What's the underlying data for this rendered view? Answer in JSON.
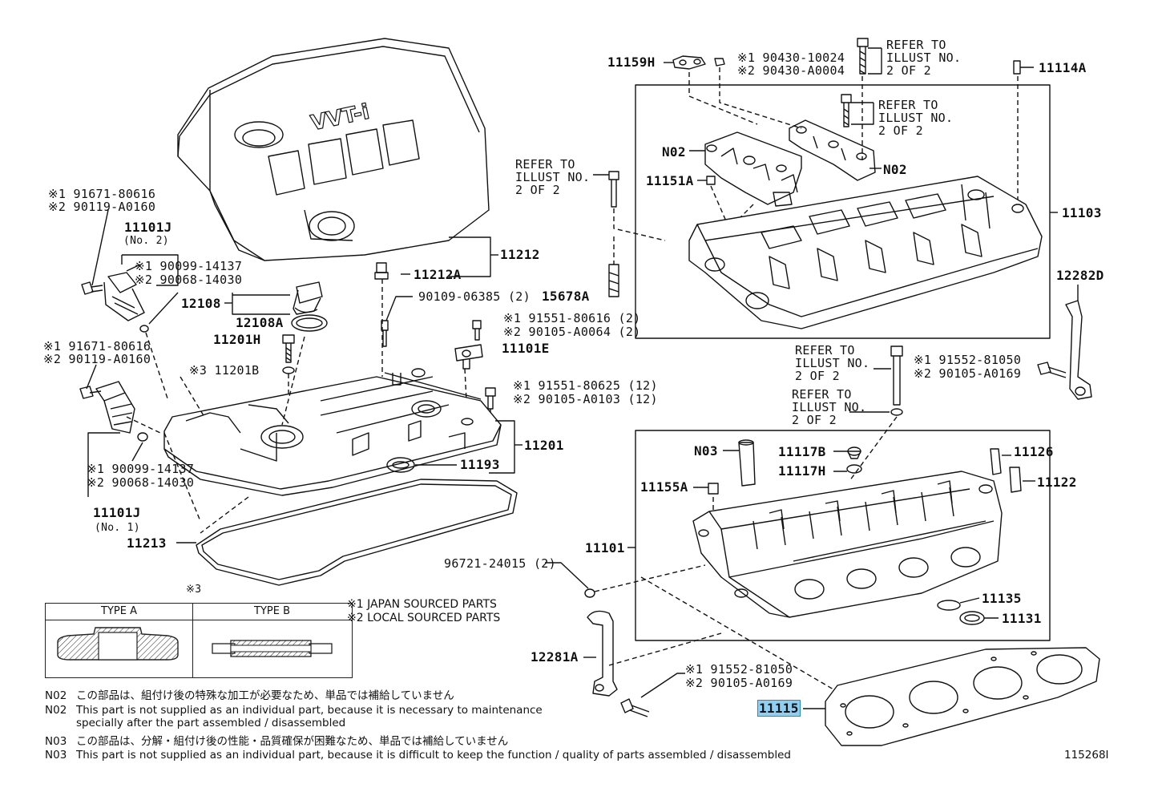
{
  "diagram": {
    "figure_no": "115268I",
    "callouts": {
      "c11159H": "11159H",
      "c11114A": "11114A",
      "c90430_1": "※1 90430-10024",
      "c90430_2": "※2 90430-A0004",
      "c11151A": "11151A",
      "cN02a": "N02",
      "cN02b": "N02",
      "c11103": "11103",
      "c15678A": "15678A",
      "c12282D": "12282D",
      "c91552top_1": "※1 91552-81050",
      "c91552top_2": "※2 90105-A0169",
      "cN03": "N03",
      "c11117B": "11117B",
      "c11117H": "11117H",
      "c11126": "11126",
      "c11122": "11122",
      "c11155A": "11155A",
      "c11101": "11101",
      "c11135": "11135",
      "c11131": "11131",
      "c12281A": "12281A",
      "c91552bot_1": "※1 91552-81050",
      "c91552bot_2": "※2 90105-A0169",
      "c11115": "11115",
      "c11212": "11212",
      "c11212A": "11212A",
      "c12108": "12108",
      "c12108A": "12108A",
      "c90109": "90109-06385 (2)",
      "c11201H": "11201H",
      "c11201B": "※3 11201B",
      "c91551a_1": "※1 91551-80616 (2)",
      "c91551a_2": "※2 90105-A0064 (2)",
      "c11101E": "11101E",
      "c91551b_1": "※1 91551-80625 (12)",
      "c91551b_2": "※2 90105-A0103 (12)",
      "c11201": "11201",
      "c11193": "11193",
      "c11213": "11213",
      "c96721": "96721-24015 (2)",
      "c11101J2": "11101J",
      "c11101J2sub": "(No. 2)",
      "c91671a_1": "※1 91671-80616",
      "c91671a_2": "※2 90119-A0160",
      "c90099a_1": "※1 90099-14137",
      "c90099a_2": "※2 90068-14030",
      "c91671b_1": "※1 91671-80616",
      "c91671b_2": "※2 90119-A0160",
      "c90099b_1": "※1 90099-14137",
      "c90099b_2": "※2 90068-14030",
      "c11101J1": "11101J",
      "c11101J1sub": "(No. 1)",
      "c_mark3": "※3"
    },
    "refer": {
      "r1": [
        "REFER TO",
        "ILLUST NO.",
        "2 OF 2"
      ],
      "r2": [
        "REFER TO",
        "ILLUST NO.",
        "2 OF 2"
      ],
      "r3": [
        "REFER TO",
        "ILLUST NO.",
        "2 OF 2"
      ],
      "r4": [
        "REFER TO",
        "ILLUST NO.",
        "2 OF 2"
      ],
      "r5": [
        "REFER TO",
        "ILLUST NO.",
        "2 OF 2"
      ]
    },
    "cover_text": "VVT-i",
    "legend": {
      "japan": "※1 JAPAN SOURCED PARTS",
      "local": "※2 LOCAL SOURCED PARTS"
    },
    "types": {
      "a": "TYPE A",
      "b": "TYPE B"
    },
    "notes": {
      "n02_jp_code": "N02",
      "n02_jp": "この部品は、組付け後の特殊な加工が必要なため、単品では補給していません",
      "n02_en_code": "N02",
      "n02_en_1": "This part is not supplied as an individual part, because it is necessary to maintenance",
      "n02_en_2": "specially after the part assembled / disassembled",
      "n03_jp_code": "N03",
      "n03_jp": "この部品は、分解・組付け後の性能・品質確保が困難なため、単品では補給していません",
      "n03_en_code": "N03",
      "n03_en": "This part is not supplied as an individual part, because it is difficult to keep the function / quality of parts  assembled / disassembled"
    }
  }
}
